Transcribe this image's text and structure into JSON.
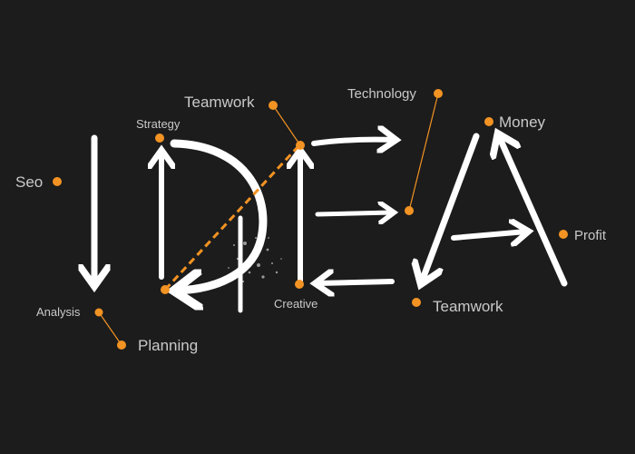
{
  "labels": {
    "seo": "Seo",
    "analysis": "Analysis",
    "planning": "Planning",
    "strategy": "Strategy",
    "teamwork_top": "Teamwork",
    "technology": "Technology",
    "creative": "Creative",
    "money": "Money",
    "profit": "Profit",
    "teamwork_bottom": "Teamwork"
  },
  "colors": {
    "background": "#1c1c1c",
    "accent": "#f39323",
    "stroke": "#ffffff",
    "label": "#c9c9c9"
  }
}
